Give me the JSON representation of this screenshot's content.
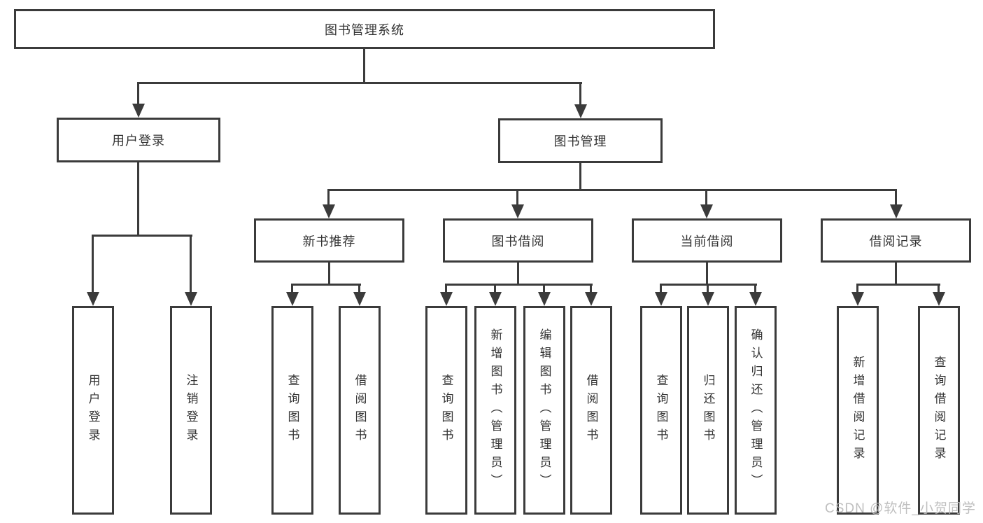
{
  "root": {
    "label": "图书管理系统"
  },
  "branches": [
    {
      "label": "用户登录",
      "leaves": [
        {
          "label": "用户登录"
        },
        {
          "label": "注销登录"
        }
      ]
    },
    {
      "label": "图书管理",
      "groups": [
        {
          "label": "新书推荐",
          "leaves": [
            {
              "label": "查询图书"
            },
            {
              "label": "借阅图书"
            }
          ]
        },
        {
          "label": "图书借阅",
          "leaves": [
            {
              "label": "查询图书"
            },
            {
              "label": "新增图书（管理员）"
            },
            {
              "label": "编辑图书（管理员）"
            },
            {
              "label": "借阅图书"
            }
          ]
        },
        {
          "label": "当前借阅",
          "leaves": [
            {
              "label": "查询图书"
            },
            {
              "label": "归还图书"
            },
            {
              "label": "确认归还（管理员）"
            }
          ]
        },
        {
          "label": "借阅记录",
          "leaves": [
            {
              "label": "新增借阅记录"
            },
            {
              "label": "查询借阅记录"
            }
          ]
        }
      ]
    }
  ],
  "watermark": {
    "text": "CSDN @软件_小贺同学"
  },
  "colors": {
    "line": "#3b3b3b",
    "text": "#333333",
    "watermark": "#b9b9b9",
    "background": "#ffffff"
  }
}
